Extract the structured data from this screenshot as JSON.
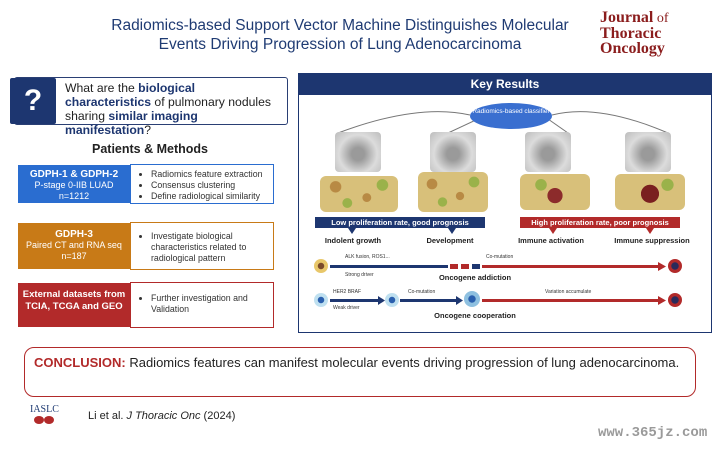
{
  "title": {
    "line1": "Radiomics-based Support Vector Machine Distinguishes Molecular",
    "line2": "Events Driving Progression of Lung Adenocarcinoma"
  },
  "journal": {
    "line1": "Journal",
    "line1_small": "of",
    "line2": "Thoracic",
    "line3": "Oncology"
  },
  "question": {
    "mark": "?",
    "pre": "What are the ",
    "bold1": "biological characteristics",
    "mid": " of pulmonary nodules sharing ",
    "bold2": "similar imaging manifestation",
    "post": "?"
  },
  "patients_methods": {
    "title": "Patients & Methods",
    "rows": [
      {
        "heading": "GDPH-1 & GDPH-2",
        "sub1": "P-stage 0-IIB LUAD",
        "sub2": "n=1212",
        "items": [
          "Radiomics feature extraction",
          "Consensus clustering",
          "Define radiological similarity"
        ],
        "color": "#2a6dd0"
      },
      {
        "heading": "GDPH-3",
        "sub1": "Paired CT and RNA seq",
        "sub2": "n=187",
        "items": [
          "Investigate biological characteristics related to radiological pattern"
        ],
        "color": "#c87a17"
      },
      {
        "heading": "External datasets from TCIA, TCGA and GEO",
        "items": [
          "Further investigation and Validation"
        ],
        "color": "#b22a2a"
      }
    ]
  },
  "key_results": {
    "title": "Key Results",
    "classifier": "Radiomics-based classifier",
    "band_low": "Low proliferation rate, good prognosis",
    "band_high": "High proliferation rate, poor prognosis",
    "stage_labels": [
      "Indolent growth",
      "Development",
      "Immune activation",
      "Immune suppression"
    ],
    "driver1": "ALK fusion, ROS1...",
    "driver1_sub": "Strong driver",
    "comutation1": "Co-mutation",
    "addiction": "Oncogene addiction",
    "driver2": "HER2 BRAF",
    "driver2_sub": "Weak driver",
    "comutation2": "Co-mutation",
    "variation": "Variation accumulate",
    "cooperation": "Oncogene cooperation"
  },
  "conclusion": {
    "label": "CONCLUSION:",
    "text": " Radiomics features can manifest molecular events driving progression of lung adenocarcinoma."
  },
  "footer": {
    "society": "IASLC",
    "cite_pre": "Li et al. ",
    "cite_journal": "J Thoracic Onc",
    "cite_year": " (2024)",
    "watermark": "www.365jz.com"
  },
  "colors": {
    "navy": "#1d3670",
    "blue": "#2a6dd0",
    "orange": "#c87a17",
    "red": "#b22a2a"
  }
}
